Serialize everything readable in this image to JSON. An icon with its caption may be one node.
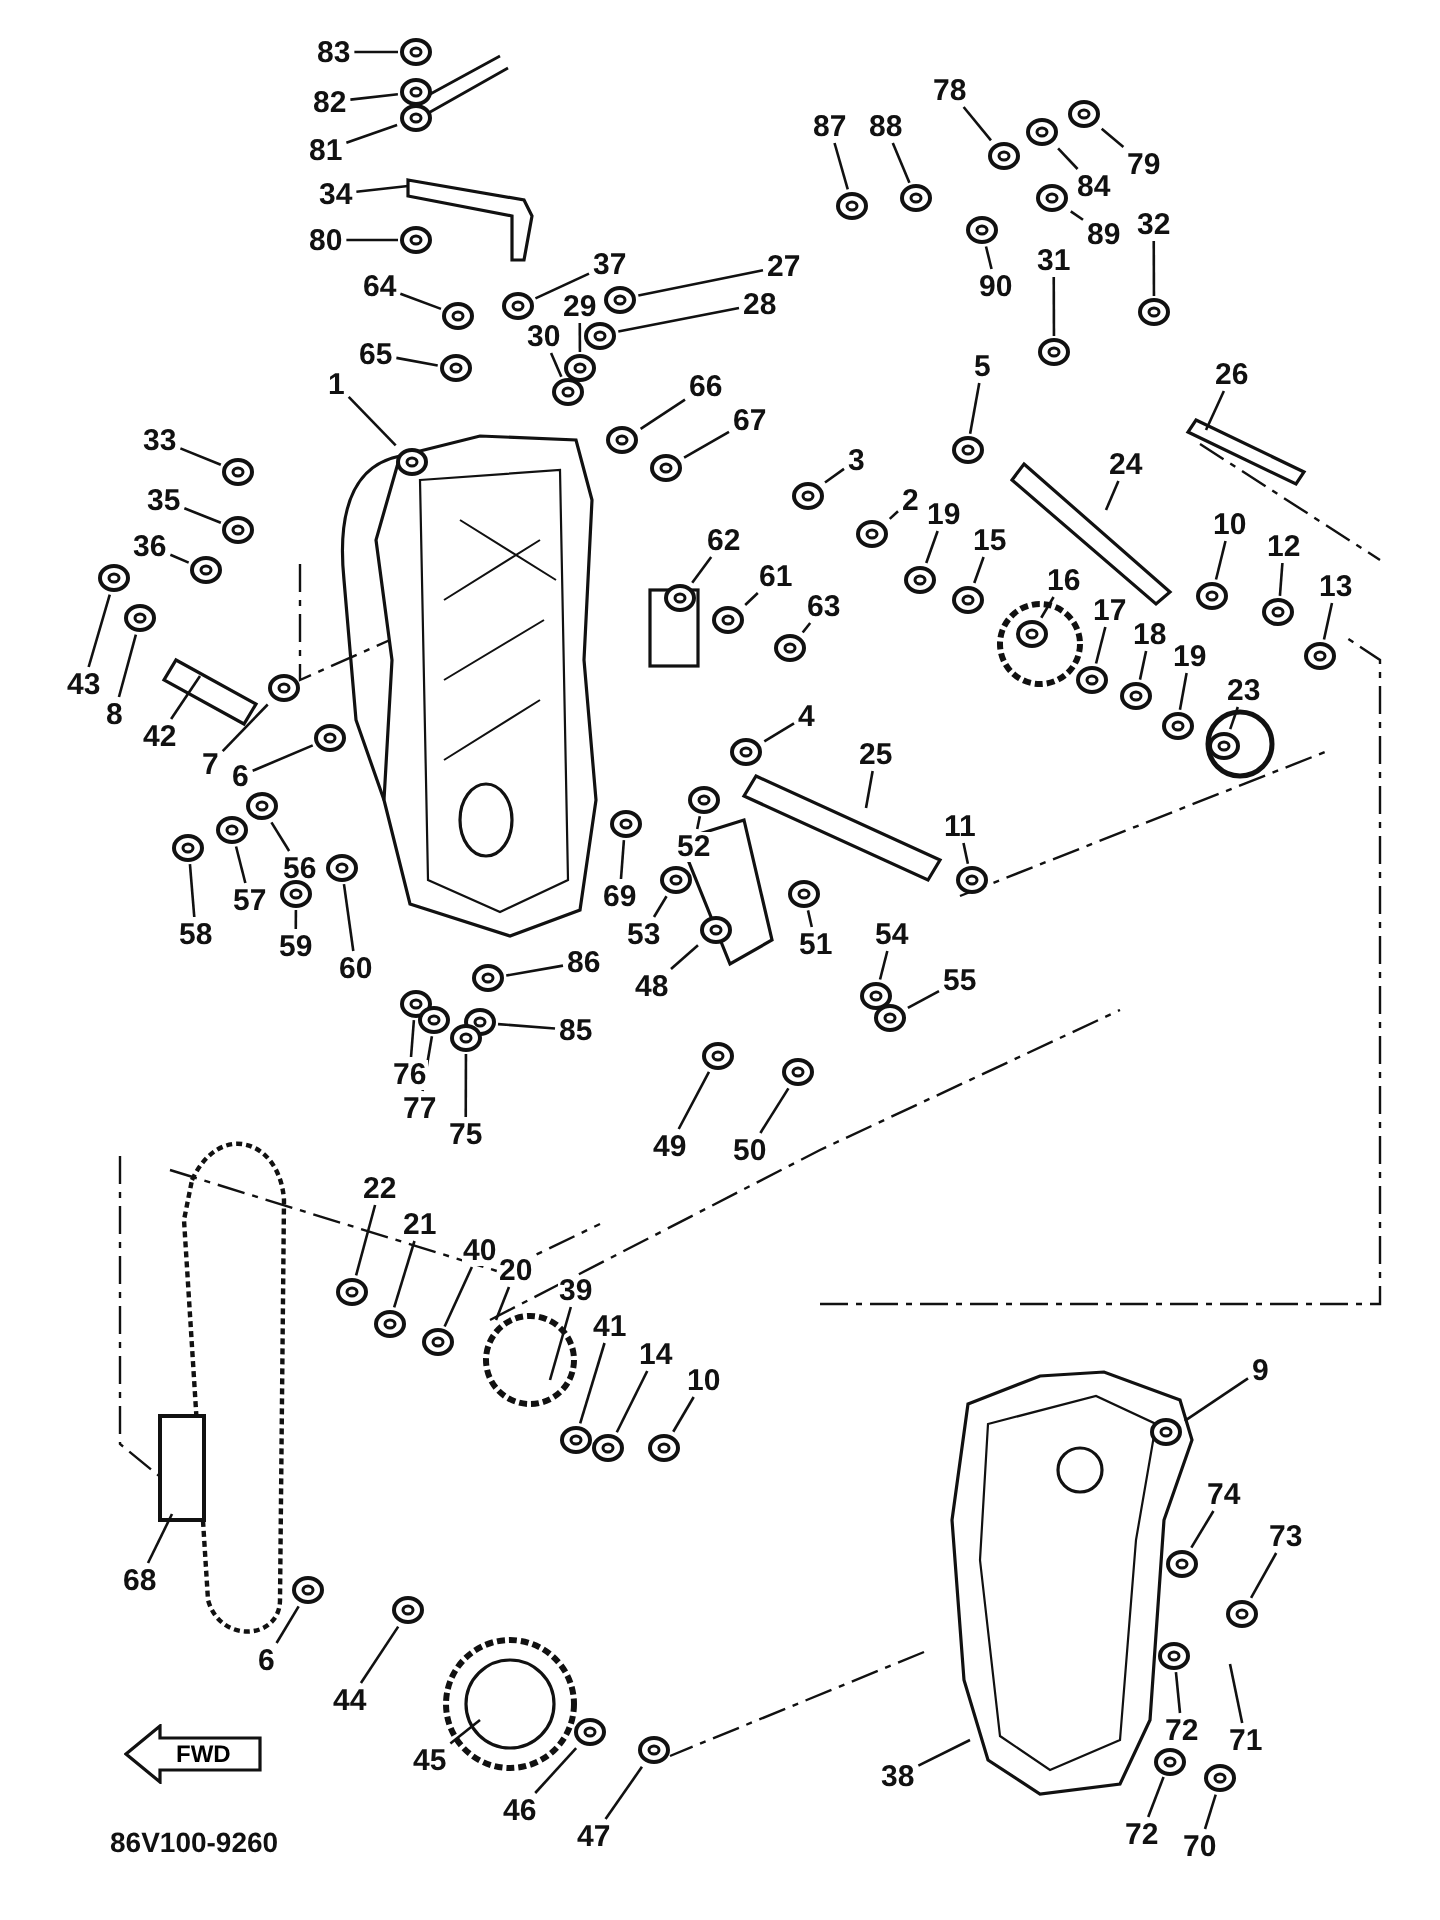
{
  "diagram": {
    "nodes": [
      {
        "text": [
          "83"
        ]
      },
      {
        "text": [
          "82"
        ]
      },
      {
        "text": [
          "81"
        ]
      },
      {
        "text": [
          "34"
        ]
      },
      {
        "text": [
          "80"
        ]
      },
      {
        "text": [
          "64"
        ]
      },
      {
        "text": [
          "37"
        ]
      },
      {
        "text": [
          "65"
        ]
      },
      {
        "text": [
          "29"
        ]
      },
      {
        "text": [
          "30"
        ]
      },
      {
        "text": [
          "27"
        ]
      },
      {
        "text": [
          "28"
        ]
      },
      {
        "text": [
          "87"
        ]
      },
      {
        "text": [
          "88"
        ]
      },
      {
        "text": [
          "78"
        ]
      },
      {
        "text": [
          "79"
        ]
      },
      {
        "text": [
          "84"
        ]
      },
      {
        "text": [
          "89"
        ]
      },
      {
        "text": [
          "32"
        ]
      },
      {
        "text": [
          "90"
        ]
      },
      {
        "text": [
          "31"
        ]
      },
      {
        "text": [
          "66"
        ]
      },
      {
        "text": [
          "67"
        ]
      },
      {
        "text": [
          "1"
        ]
      },
      {
        "text": [
          "33"
        ]
      },
      {
        "text": [
          "35"
        ]
      },
      {
        "text": [
          "36"
        ]
      },
      {
        "text": [
          "5"
        ]
      },
      {
        "text": [
          "26"
        ]
      },
      {
        "text": [
          "3"
        ]
      },
      {
        "text": [
          "2"
        ]
      },
      {
        "text": [
          "19"
        ]
      },
      {
        "text": [
          "15"
        ]
      },
      {
        "text": [
          "24"
        ]
      },
      {
        "text": [
          "16"
        ]
      },
      {
        "text": [
          "10"
        ]
      },
      {
        "text": [
          "12"
        ]
      },
      {
        "text": [
          "13"
        ]
      },
      {
        "text": [
          "17"
        ]
      },
      {
        "text": [
          "18"
        ]
      },
      {
        "text": [
          "19"
        ]
      },
      {
        "text": [
          "23"
        ]
      },
      {
        "text": [
          "62"
        ]
      },
      {
        "text": [
          "61"
        ]
      },
      {
        "text": [
          "63"
        ]
      },
      {
        "text": [
          "43"
        ]
      },
      {
        "text": [
          "8"
        ]
      },
      {
        "text": [
          "42"
        ]
      },
      {
        "text": [
          "7"
        ]
      },
      {
        "text": [
          "6"
        ]
      },
      {
        "text": [
          "4"
        ]
      },
      {
        "text": [
          "25"
        ]
      },
      {
        "text": [
          "11"
        ]
      },
      {
        "text": [
          "56"
        ]
      },
      {
        "text": [
          "57"
        ]
      },
      {
        "text": [
          "58"
        ]
      },
      {
        "text": [
          "52"
        ]
      },
      {
        "text": [
          "69"
        ]
      },
      {
        "text": [
          "53"
        ]
      },
      {
        "text": [
          "51"
        ]
      },
      {
        "text": [
          "54"
        ]
      },
      {
        "text": [
          "59"
        ]
      },
      {
        "text": [
          "60"
        ]
      },
      {
        "text": [
          "48"
        ]
      },
      {
        "text": [
          "86"
        ]
      },
      {
        "text": [
          "55"
        ]
      },
      {
        "text": [
          "85"
        ]
      },
      {
        "text": [
          "76"
        ]
      },
      {
        "text": [
          "77"
        ]
      },
      {
        "text": [
          "75"
        ]
      },
      {
        "text": [
          "49"
        ]
      },
      {
        "text": [
          "50"
        ]
      },
      {
        "text": [
          "22"
        ]
      },
      {
        "text": [
          "21"
        ]
      },
      {
        "text": [
          "40"
        ]
      },
      {
        "text": [
          "20"
        ]
      },
      {
        "text": [
          "39"
        ]
      },
      {
        "text": [
          "41"
        ]
      },
      {
        "text": [
          "14"
        ]
      },
      {
        "text": [
          "10"
        ]
      },
      {
        "text": [
          "9"
        ]
      },
      {
        "text": [
          "74"
        ]
      },
      {
        "text": [
          "73"
        ]
      },
      {
        "text": [
          "68"
        ]
      },
      {
        "text": [
          "72"
        ]
      },
      {
        "text": [
          "71"
        ]
      },
      {
        "text": [
          "6"
        ]
      },
      {
        "text": [
          "44"
        ]
      },
      {
        "text": [
          "45"
        ]
      },
      {
        "text": [
          "38"
        ]
      },
      {
        "text": [
          "46"
        ]
      },
      {
        "text": [
          "47"
        ]
      },
      {
        "text": [
          "72"
        ]
      },
      {
        "text": [
          "70"
        ]
      },
      {
        "text": [
          "FWD"
        ]
      },
      {
        "text": [],
        "shape": "circle"
      },
      {
        "text": [],
        "shape": "circle"
      },
      {
        "text": [],
        "shape": "circle"
      },
      {
        "text": [],
        "shape": "circle"
      },
      {
        "text": [],
        "shape": "circle"
      },
      {
        "text": [],
        "shape": "circle"
      },
      {
        "text": [],
        "shape": "circle"
      },
      {
        "text": [],
        "shape": "circle"
      },
      {
        "text": [],
        "shape": "circle"
      },
      {
        "text": [],
        "shape": "circle"
      },
      {
        "text": [],
        "shape": "circle"
      },
      {
        "text": [],
        "shape": "circle"
      },
      {
        "text": [],
        "shape": "circle"
      },
      {
        "text": [],
        "shape": "circle"
      },
      {
        "text": [],
        "shape": "circle"
      },
      {
        "text": [],
        "shape": "circle"
      },
      {
        "text": [],
        "shape": "circle"
      },
      {
        "text": [],
        "shape": "circle"
      },
      {
        "text": [],
        "shape": "circle"
      },
      {
        "text": [],
        "shape": "circle"
      },
      {
        "text": [],
        "shape": "circle"
      },
      {
        "text": [],
        "shape": "circle"
      },
      {
        "text": [],
        "shape": "circle"
      },
      {
        "text": [],
        "shape": "circle"
      },
      {
        "text": [],
        "shape": "circle"
      },
      {
        "text": [],
        "shape": "circle"
      },
      {
        "text": [],
        "shape": "circle"
      },
      {
        "text": [],
        "shape": "circle"
      },
      {
        "text": [],
        "shape": "circle"
      },
      {
        "text": [],
        "shape": "circle"
      },
      {
        "text": [],
        "shape": "circle"
      },
      {
        "text": [],
        "shape": "circle"
      },
      {
        "text": [],
        "shape": "circle"
      },
      {
        "text": [],
        "shape": "circle"
      },
      {
        "text": [],
        "shape": "circle"
      },
      {
        "text": [],
        "shape": "circle"
      },
      {
        "text": [],
        "shape": "circle"
      },
      {
        "text": [],
        "shape": "circle"
      },
      {
        "text": [],
        "shape": "circle"
      },
      {
        "text": [],
        "shape": "circle"
      },
      {
        "text": [],
        "shape": "circle"
      },
      {
        "text": [],
        "shape": "circle"
      },
      {
        "text": [],
        "shape": "circle"
      },
      {
        "text": [],
        "shape": "circle"
      },
      {
        "text": [],
        "shape": "circle"
      },
      {
        "text": [],
        "shape": "circle"
      },
      {
        "text": [],
        "shape": "circle"
      },
      {
        "text": [],
        "shape": "circle"
      },
      {
        "text": [],
        "shape": "circle"
      },
      {
        "text": [],
        "shape": "circle"
      },
      {
        "text": [],
        "shape": "circle"
      },
      {
        "text": [],
        "shape": "circle"
      },
      {
        "text": [],
        "shape": "circle"
      },
      {
        "text": [],
        "shape": "circle"
      },
      {
        "text": [],
        "shape": "circle"
      },
      {
        "text": [],
        "shape": "circle"
      },
      {
        "text": [],
        "shape": "circle"
      },
      {
        "text": [],
        "shape": "circle"
      },
      {
        "text": [],
        "shape": "circle"
      },
      {
        "text": [],
        "shape": "circle"
      },
      {
        "text": [],
        "shape": "circle"
      },
      {
        "text": [],
        "shape": "circle"
      },
      {
        "text": [],
        "shape": "circle"
      },
      {
        "text": [],
        "shape": "circle"
      },
      {
        "text": [],
        "shape": "circle"
      },
      {
        "text": [],
        "shape": "circle"
      },
      {
        "text": [],
        "shape": "circle"
      },
      {
        "text": [],
        "shape": "circle"
      },
      {
        "text": [],
        "shape": "circle"
      },
      {
        "text": [],
        "shape": "circle"
      },
      {
        "text": [],
        "shape": "circle"
      },
      {
        "text": [],
        "shape": "circle"
      },
      {
        "text": [],
        "shape": "circle"
      },
      {
        "text": [],
        "shape": "circle"
      },
      {
        "text": [],
        "shape": "circle"
      },
      {
        "text": [],
        "shape": "circle"
      },
      {
        "text": [],
        "shape": "circle"
      },
      {
        "text": [],
        "shape": "circle"
      },
      {
        "text": [],
        "shape": "circle"
      },
      {
        "text": [],
        "shape": "circle"
      },
      {
        "text": [],
        "shape": "circle"
      },
      {
        "text": [],
        "shape": "circle"
      },
      {
        "text": [],
        "shape": "circle"
      }
    ],
    "edges": [
      {
        "from": 0,
        "to": 95,
        "arrow": "none"
      },
      {
        "from": 1,
        "to": 96,
        "arrow": "none"
      },
      {
        "from": 2,
        "to": 97,
        "arrow": "none"
      },
      {
        "from": 3,
        "to": null,
        "arrow": "none"
      },
      {
        "from": 4,
        "to": 98,
        "arrow": "none"
      },
      {
        "from": 5,
        "to": 99,
        "arrow": "none"
      },
      {
        "from": 6,
        "to": 100,
        "arrow": "none"
      },
      {
        "from": 7,
        "to": 101,
        "arrow": "none"
      },
      {
        "from": 8,
        "to": 102,
        "arrow": "none"
      },
      {
        "from": 9,
        "to": 103,
        "arrow": "none"
      },
      {
        "from": 10,
        "to": 104,
        "arrow": "none"
      },
      {
        "from": 11,
        "to": 105,
        "arrow": "none"
      },
      {
        "from": 12,
        "to": 106,
        "arrow": "none"
      },
      {
        "from": 13,
        "to": 107,
        "arrow": "none"
      },
      {
        "from": 14,
        "to": 108,
        "arrow": "none"
      },
      {
        "from": 15,
        "to": 109,
        "arrow": "none"
      },
      {
        "from": 16,
        "to": 110,
        "arrow": "none"
      },
      {
        "from": 17,
        "to": 111,
        "arrow": "none"
      },
      {
        "from": 18,
        "to": 112,
        "arrow": "none"
      },
      {
        "from": 19,
        "to": 113,
        "arrow": "none"
      },
      {
        "from": 20,
        "to": 114,
        "arrow": "none"
      },
      {
        "from": 21,
        "to": 115,
        "arrow": "none"
      },
      {
        "from": 22,
        "to": 116,
        "arrow": "none"
      },
      {
        "from": 23,
        "to": 117,
        "arrow": "none"
      },
      {
        "from": 24,
        "to": 118,
        "arrow": "none"
      },
      {
        "from": 25,
        "to": 119,
        "arrow": "none"
      },
      {
        "from": 26,
        "to": 120,
        "arrow": "none"
      },
      {
        "from": 27,
        "to": 121,
        "arrow": "none"
      },
      {
        "from": 28,
        "to": null,
        "arrow": "none"
      },
      {
        "from": 29,
        "to": 122,
        "arrow": "none"
      },
      {
        "from": 30,
        "to": 123,
        "arrow": "none"
      },
      {
        "from": 31,
        "to": 124,
        "arrow": "none"
      },
      {
        "from": 32,
        "to": 125,
        "arrow": "none"
      },
      {
        "from": 33,
        "to": null,
        "arrow": "none"
      },
      {
        "from": 34,
        "to": 126,
        "arrow": "none"
      },
      {
        "from": 35,
        "to": 127,
        "arrow": "none"
      },
      {
        "from": 36,
        "to": 128,
        "arrow": "none"
      },
      {
        "from": 37,
        "to": 129,
        "arrow": "none"
      },
      {
        "from": 38,
        "to": 130,
        "arrow": "none"
      },
      {
        "from": 39,
        "to": 131,
        "arrow": "none"
      },
      {
        "from": 40,
        "to": 132,
        "arrow": "none"
      },
      {
        "from": 41,
        "to": 133,
        "arrow": "none"
      },
      {
        "from": 42,
        "to": 134,
        "arrow": "none"
      },
      {
        "from": 43,
        "to": 135,
        "arrow": "none"
      },
      {
        "from": 44,
        "to": 136,
        "arrow": "none"
      },
      {
        "from": 45,
        "to": 137,
        "arrow": "none"
      },
      {
        "from": 46,
        "to": 138,
        "arrow": "none"
      },
      {
        "from": 47,
        "to": null,
        "arrow": "none"
      },
      {
        "from": 48,
        "to": 139,
        "arrow": "none"
      },
      {
        "from": 49,
        "to": 140,
        "arrow": "none"
      },
      {
        "from": 50,
        "to": 141,
        "arrow": "none"
      },
      {
        "from": 51,
        "to": null,
        "arrow": "none"
      },
      {
        "from": 52,
        "to": 142,
        "arrow": "none"
      },
      {
        "from": 53,
        "to": 143,
        "arrow": "none"
      },
      {
        "from": 54,
        "to": 144,
        "arrow": "none"
      },
      {
        "from": 55,
        "to": 145,
        "arrow": "none"
      },
      {
        "from": 56,
        "to": 146,
        "arrow": "none"
      },
      {
        "from": 57,
        "to": 147,
        "arrow": "none"
      },
      {
        "from": 58,
        "to": 148,
        "arrow": "none"
      },
      {
        "from": 59,
        "to": 149,
        "arrow": "none"
      },
      {
        "from": 60,
        "to": 150,
        "arrow": "none"
      },
      {
        "from": 61,
        "to": 151,
        "arrow": "none"
      },
      {
        "from": 62,
        "to": 152,
        "arrow": "none"
      },
      {
        "from": 63,
        "to": 153,
        "arrow": "none"
      },
      {
        "from": 64,
        "to": 154,
        "arrow": "none"
      },
      {
        "from": 65,
        "to": 155,
        "arrow": "none"
      },
      {
        "from": 66,
        "to": 156,
        "arrow": "none"
      },
      {
        "from": 67,
        "to": 157,
        "arrow": "none"
      },
      {
        "from": 68,
        "to": 158,
        "arrow": "none"
      },
      {
        "from": 69,
        "to": 159,
        "arrow": "none"
      },
      {
        "from": 70,
        "to": 160,
        "arrow": "none"
      },
      {
        "from": 71,
        "to": 161,
        "arrow": "none"
      },
      {
        "from": 72,
        "to": 162,
        "arrow": "none"
      },
      {
        "from": 73,
        "to": 163,
        "arrow": "none"
      },
      {
        "from": 74,
        "to": 164,
        "arrow": "none"
      },
      {
        "from": 75,
        "to": null,
        "arrow": "none"
      },
      {
        "from": 76,
        "to": null,
        "arrow": "none"
      },
      {
        "from": 77,
        "to": 165,
        "arrow": "none"
      },
      {
        "from": 78,
        "to": 166,
        "arrow": "none"
      },
      {
        "from": 79,
        "to": 167,
        "arrow": "none"
      },
      {
        "from": 80,
        "to": 168,
        "arrow": "none"
      },
      {
        "from": 81,
        "to": 169,
        "arrow": "none"
      },
      {
        "from": 82,
        "to": 170,
        "arrow": "none"
      },
      {
        "from": 83,
        "to": null,
        "arrow": "none"
      },
      {
        "from": 84,
        "to": 171,
        "arrow": "none"
      },
      {
        "from": 85,
        "to": null,
        "arrow": "none"
      },
      {
        "from": 86,
        "to": 172,
        "arrow": "none"
      },
      {
        "from": 87,
        "to": 173,
        "arrow": "none"
      },
      {
        "from": 88,
        "to": null,
        "arrow": "none"
      },
      {
        "from": 89,
        "to": null,
        "arrow": "none"
      },
      {
        "from": 90,
        "to": 174,
        "arrow": "none"
      },
      {
        "from": 91,
        "to": 175,
        "arrow": "none"
      },
      {
        "from": 92,
        "to": 176,
        "arrow": "none"
      },
      {
        "from": 93,
        "to": 177,
        "arrow": "none"
      }
    ],
    "labels": [
      "86V100-9260"
    ]
  }
}
